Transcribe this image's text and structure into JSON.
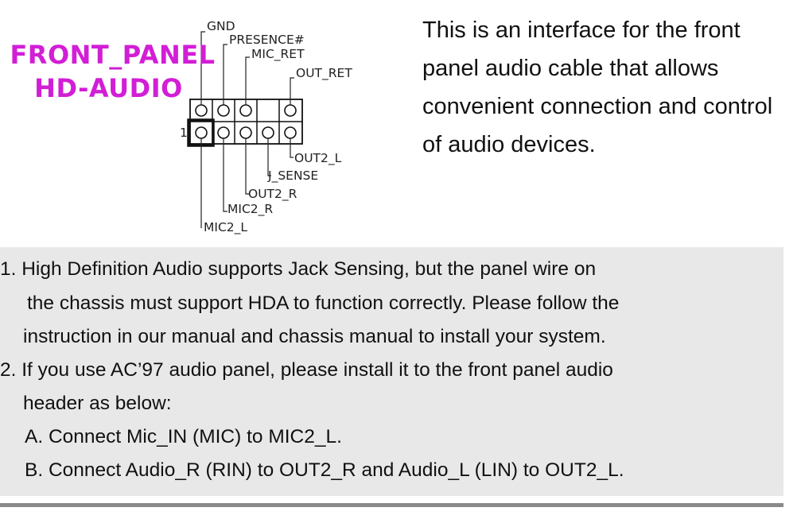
{
  "header": {
    "title_line1": "FRONT_PANEL",
    "title_line2": "HD-AUDIO"
  },
  "pins": {
    "gnd": "GND",
    "presence": "PRESENCE#",
    "mic_ret": "MIC_RET",
    "out_ret": "OUT_RET",
    "out2_l": "OUT2_L",
    "j_sense": "J_SENSE",
    "out2_r": "OUT2_R",
    "mic2_r": "MIC2_R",
    "mic2_l": "MIC2_L",
    "pin1": "1"
  },
  "description": {
    "text": "This is an interface for the front panel audio cable that allows convenient connection and control of audio devices."
  },
  "notes": {
    "lines": [
      "1. High Definition Audio supports Jack Sensing, but the panel wire on",
      "the chassis must support HDA to function correctly. Please follow the",
      "instruction in our manual and chassis manual to install your system.",
      "2. If you use AC’97 audio panel, please install it to the front panel audio",
      "header as below:",
      "A. Connect Mic_IN (MIC) to MIC2_L.",
      "B. Connect Audio_R (RIN) to OUT2_R and Audio_L (LIN) to OUT2_L."
    ]
  },
  "colors": {
    "accent": "#d21ed6",
    "note_background": "#e8e8e8",
    "rule": "#8a8a8a"
  }
}
